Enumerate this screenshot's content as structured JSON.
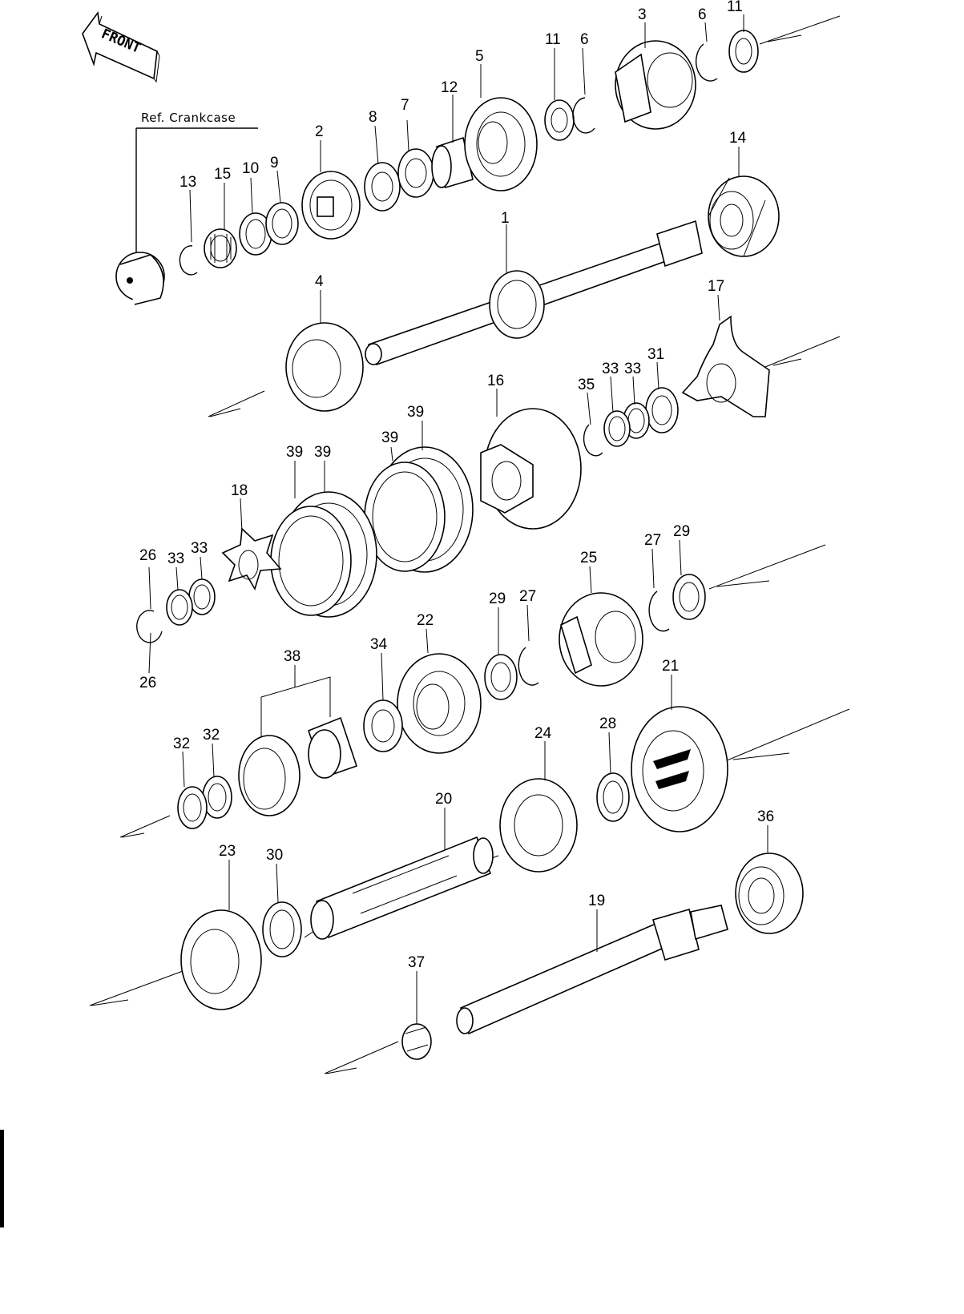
{
  "front_badge": {
    "text": "FRONT",
    "icon": "front-arrow-icon"
  },
  "reference_label": "Ref. Crankcase",
  "part_numbers": [
    "1",
    "2",
    "3",
    "4",
    "5",
    "6",
    "6",
    "7",
    "8",
    "9",
    "10",
    "11",
    "11",
    "12",
    "13",
    "14",
    "15",
    "16",
    "17",
    "18",
    "19",
    "20",
    "21",
    "22",
    "23",
    "24",
    "25",
    "26",
    "26",
    "27",
    "27",
    "28",
    "29",
    "29",
    "30",
    "31",
    "32",
    "32",
    "33",
    "33",
    "33",
    "33",
    "34",
    "35",
    "36",
    "37",
    "38",
    "39",
    "39",
    "39",
    "39"
  ],
  "line_color": "#000000",
  "background_color": "#ffffff"
}
